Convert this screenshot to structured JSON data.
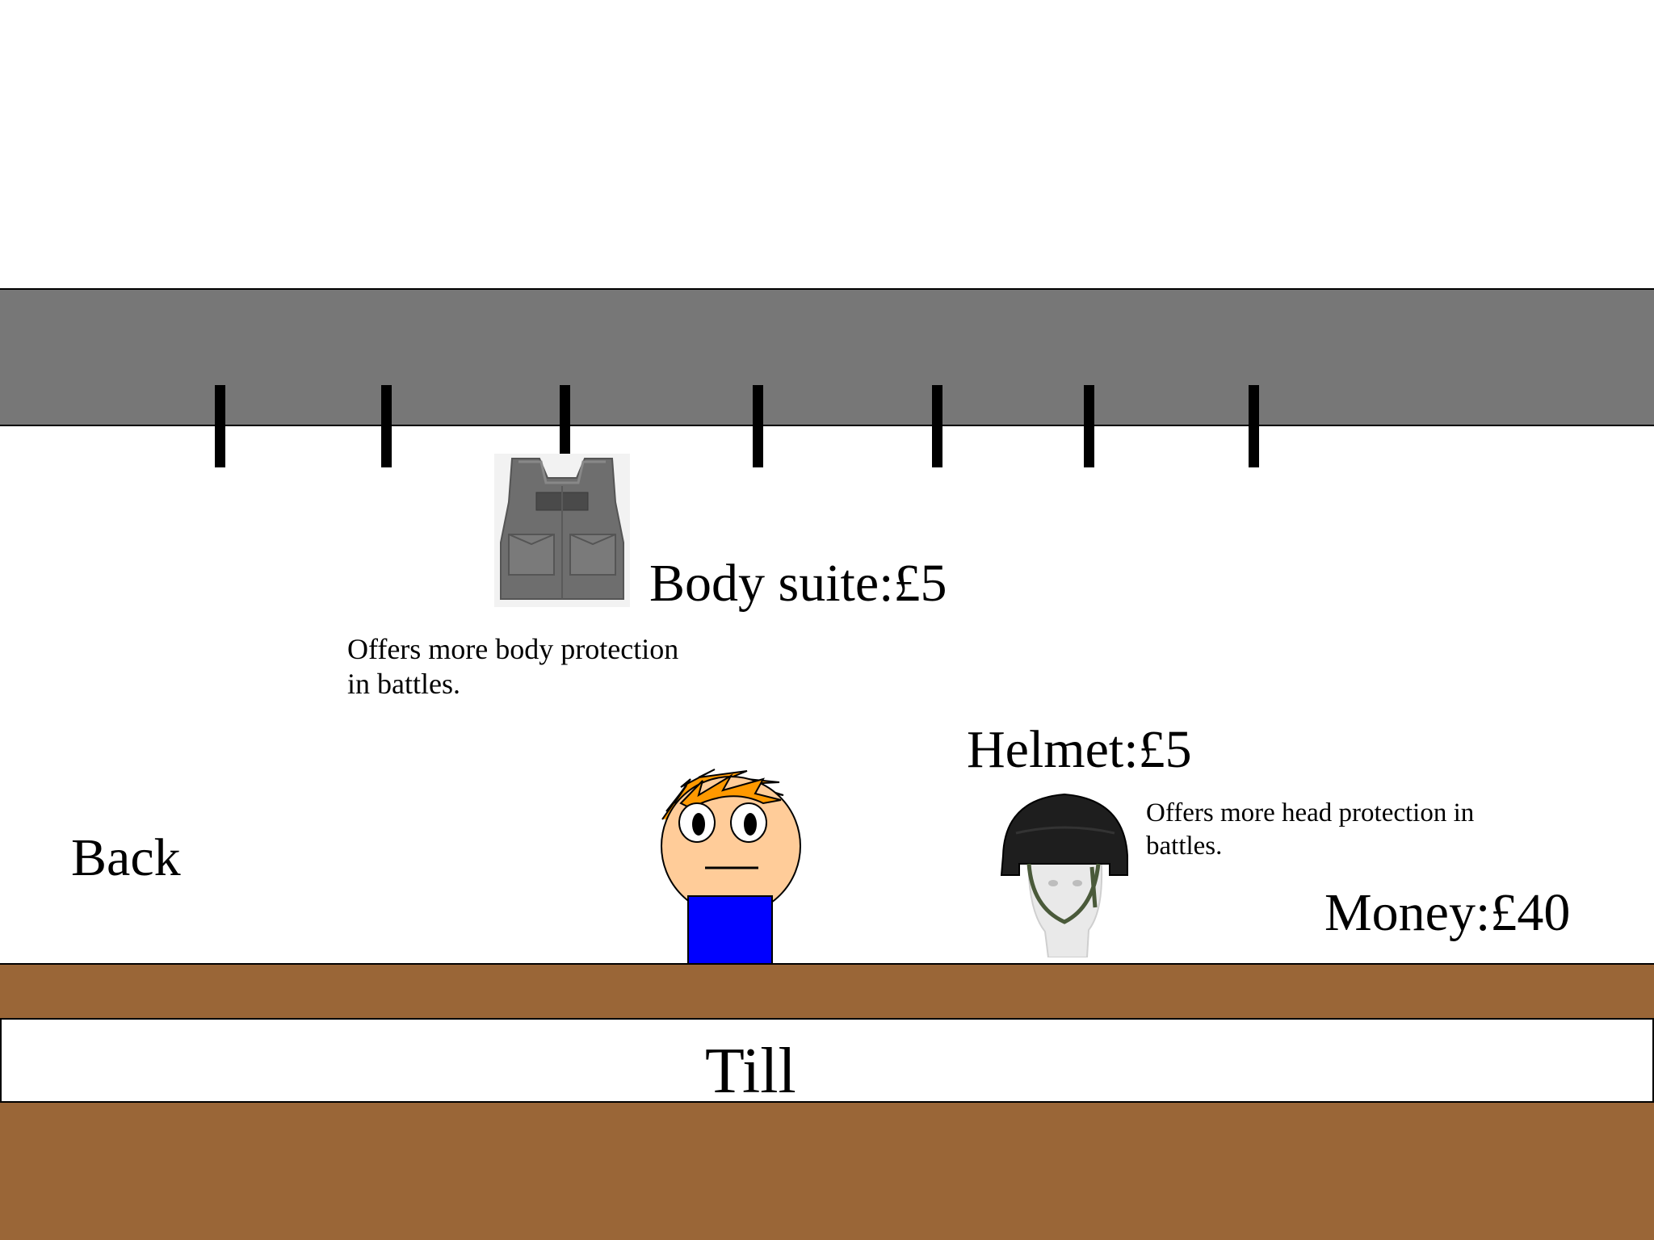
{
  "shop": {
    "items": [
      {
        "name": "body-suit",
        "price_label": "Body suite:£5",
        "description_line1": "Offers more body protection",
        "description_line2": "in battles."
      },
      {
        "name": "helmet",
        "price_label": "Helmet:£5",
        "description_line1": "Offers more head protection in",
        "description_line2": "battles."
      }
    ],
    "back_label": "Back",
    "money_label": "Money:£40",
    "till_label": "Till"
  },
  "colors": {
    "shelf": "#777777",
    "counter": "#9a6637",
    "shopkeeper_body": "#0000ff",
    "shopkeeper_face": "#ffcc99",
    "shopkeeper_hair": "#ff9900"
  }
}
